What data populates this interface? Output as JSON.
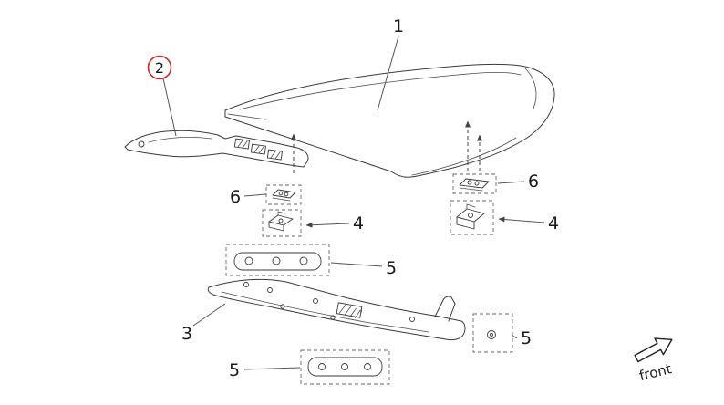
{
  "page": {
    "background": "#ffffff"
  },
  "colors": {
    "line": "#3a3a3a",
    "label": "#1a1a1a",
    "highlight": "#cc2a2a",
    "dashed": "#666666"
  },
  "labels": {
    "part1": "1",
    "part2": "2",
    "part3": "3",
    "part4_left": "4",
    "part4_right": "4",
    "part5_top": "5",
    "part5_right": "5",
    "part5_bottom": "5",
    "part6_left": "6",
    "part6_right": "6",
    "front": "front"
  }
}
